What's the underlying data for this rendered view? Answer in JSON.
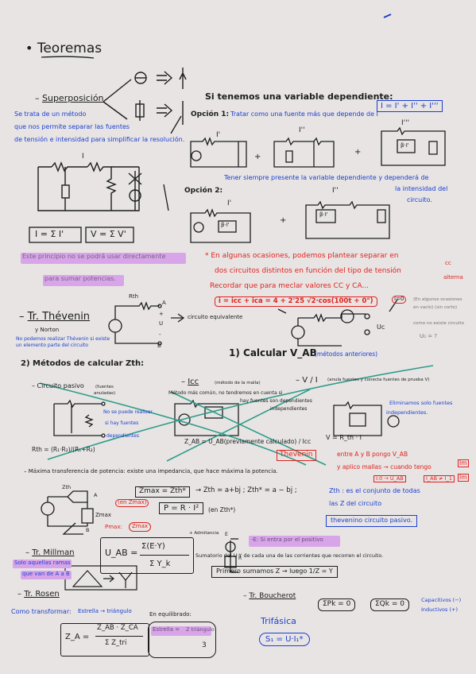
{
  "title": "Teoremas",
  "superposicion": {
    "heading": "Superposición",
    "desc": [
      "Se trata de un método",
      "que nos permite separar las fuentes",
      "de tensión e intensidad para simplificar la resolución."
    ],
    "formula_i": "I = Σ I'",
    "formula_v": "V = Σ V'",
    "circuit_label_I": "I"
  },
  "dependiente": {
    "heading": "Si tenemos una variable dependiente:",
    "opcion1_label": "Opción 1:",
    "opcion1_text": "Tratar como una fuente más que depende de I",
    "opcion1_eq": "I = I' + I'' + I'''",
    "labels_opt1": [
      "I'",
      "I''",
      "I'''"
    ],
    "dep_source": "β·I'",
    "opcion2_label": "Opción 2:",
    "opcion2_text": [
      "Tener siempre presente la variable dependiente y dependerá de",
      "la intensidad del",
      "circuito."
    ],
    "labels_opt2": [
      "I'",
      "I''"
    ]
  },
  "notas": {
    "principio": [
      "Este principio no se podrá usar directamente",
      "para sumar potencias."
    ],
    "algunas": [
      "* En algunas ocasiones, podemos plantear separar en",
      "dos circuitos distintos en función del tipo de tensión",
      "Recordar que para meclar valores CC y CA..."
    ],
    "cc_ca": [
      "cc",
      "alterna"
    ],
    "icc_formula": "i = icc + ica = 4 + 2'25 √2·cos(100t + 0°)"
  },
  "thevenin": {
    "heading": "Tr. Thévenin",
    "sub": "y Norton",
    "note": [
      "No podemos realizar Thévenin si existe",
      "un elemento parte del circuito"
    ],
    "rth": "Rth",
    "terminals": [
      "A",
      "+",
      "U",
      "-",
      "B"
    ],
    "equiv": "circuito equivalente",
    "i0": "I=0",
    "side_note": [
      "(En algunos ocasiones",
      "en vacío) (sin corto)",
      "como no existe circuito"
    ],
    "u0_q": "U₀ = ?",
    "uc": "Uc",
    "calc1": "1) Calcular V_AB",
    "calc1_note": "(métodos anteriores)",
    "calc2": "2) Métodos de calcular Zth:",
    "metodo_a": "Circuito pasivo",
    "metodo_a_note": [
      "(fuentes",
      "anuladas)"
    ],
    "metodo_a_cont": [
      "No se puede realizar",
      "si hay fuentes",
      "dependientes"
    ],
    "metodo_b": "Icc",
    "metodo_b_note": "(método de la malla)",
    "metodo_b_desc": [
      "Método más común, no tendremos en cuenta si",
      "hay fuentes son dependientes",
      "independientes"
    ],
    "metodo_c": "V / I",
    "metodo_c_note": "(anula fuentes y conecta fuentes de prueba V)",
    "metodo_c_desc": [
      "Eliminamos solo fuentes",
      "independientes."
    ],
    "rth_eq": "Rth = (R₁·R₂)/(R₁+R₂)",
    "zab_eq": "Z_AB = U_AB(previamente calculado) / Icc",
    "v_eq": "V = R_th · I",
    "thevenin_tag": "Thevenin",
    "entre": [
      "entre A y B pongo V_AB",
      "y aplico mallas → cuando tengo",
      "I:0 → U_AB",
      "I_AB ≠ I_1"
    ],
    "im_im": [
      "Im",
      "Im"
    ],
    "zth_note": [
      "Zth : es el conjunto de todas",
      "las Z del circuito"
    ],
    "pasivo_box": "thevenino circuito pasivo."
  },
  "max_transfer": {
    "heading": "Máxima transferencia de potencia: existe una impedancia, que hace máxima la potencia.",
    "zmax": "Zmax = Zth*",
    "zth_eq": "→  Zth = a+bj ;  Zth* = a − bj ;",
    "zth_label": "Zth",
    "a_b": [
      "A",
      "B"
    ],
    "zmax_label": "Zmax",
    "en_zmax": "(en Zmax)",
    "p_eq": "P = R · I²",
    "en_zth": "(en Zth*)",
    "pmax": "Pmax:",
    "zmax_circle": "Zmax"
  },
  "millman": {
    "heading": "Tr. Millman",
    "note": [
      "Solo aquellas ramas",
      "que van de A a B"
    ],
    "eq_num": "Σ(E·Y)",
    "eq_den": "Σ Y_k",
    "u_ab": "U_AB =",
    "tension_label": "+ Admitancia",
    "e_note": "-E: Si entra por el positivo",
    "r_label": [
      "E",
      "R"
    ],
    "suma_note": "Sumatorio del U·Y de cada una de las corrientes que recorren el circuito.",
    "primero": "Primero sumamos Z → luego 1/Z = Y"
  },
  "rosen": {
    "heading": "Tr. Rosen",
    "como": "Como transformar:",
    "estrella": "Estrella → triángulo",
    "z_eq_left": "Z_A =",
    "z_num": "Z_AB · Z_CA",
    "z_den": "Σ Z_tri",
    "en_equilibrado": "En equilibrado:",
    "estrella_eq": "Estrella =",
    "tri_eq": "Z triángulo",
    "three": "3"
  },
  "boucherot": {
    "heading": "Tr. Boucherot",
    "p": "ΣPk = 0",
    "q": "ΣQk = 0",
    "cap": "Capacitivos (−)",
    "ind": "Inductivos (+)",
    "trifasica": "Trifásica",
    "s_eq": "S₁ = U·I₁*"
  },
  "colors": {
    "ink": "#1d1d1d",
    "blue": "#1c3fd1",
    "red": "#e0231f",
    "highlight": "#d8a6e8",
    "green": "#2f9c8a",
    "paper": "#e7e4e3"
  }
}
